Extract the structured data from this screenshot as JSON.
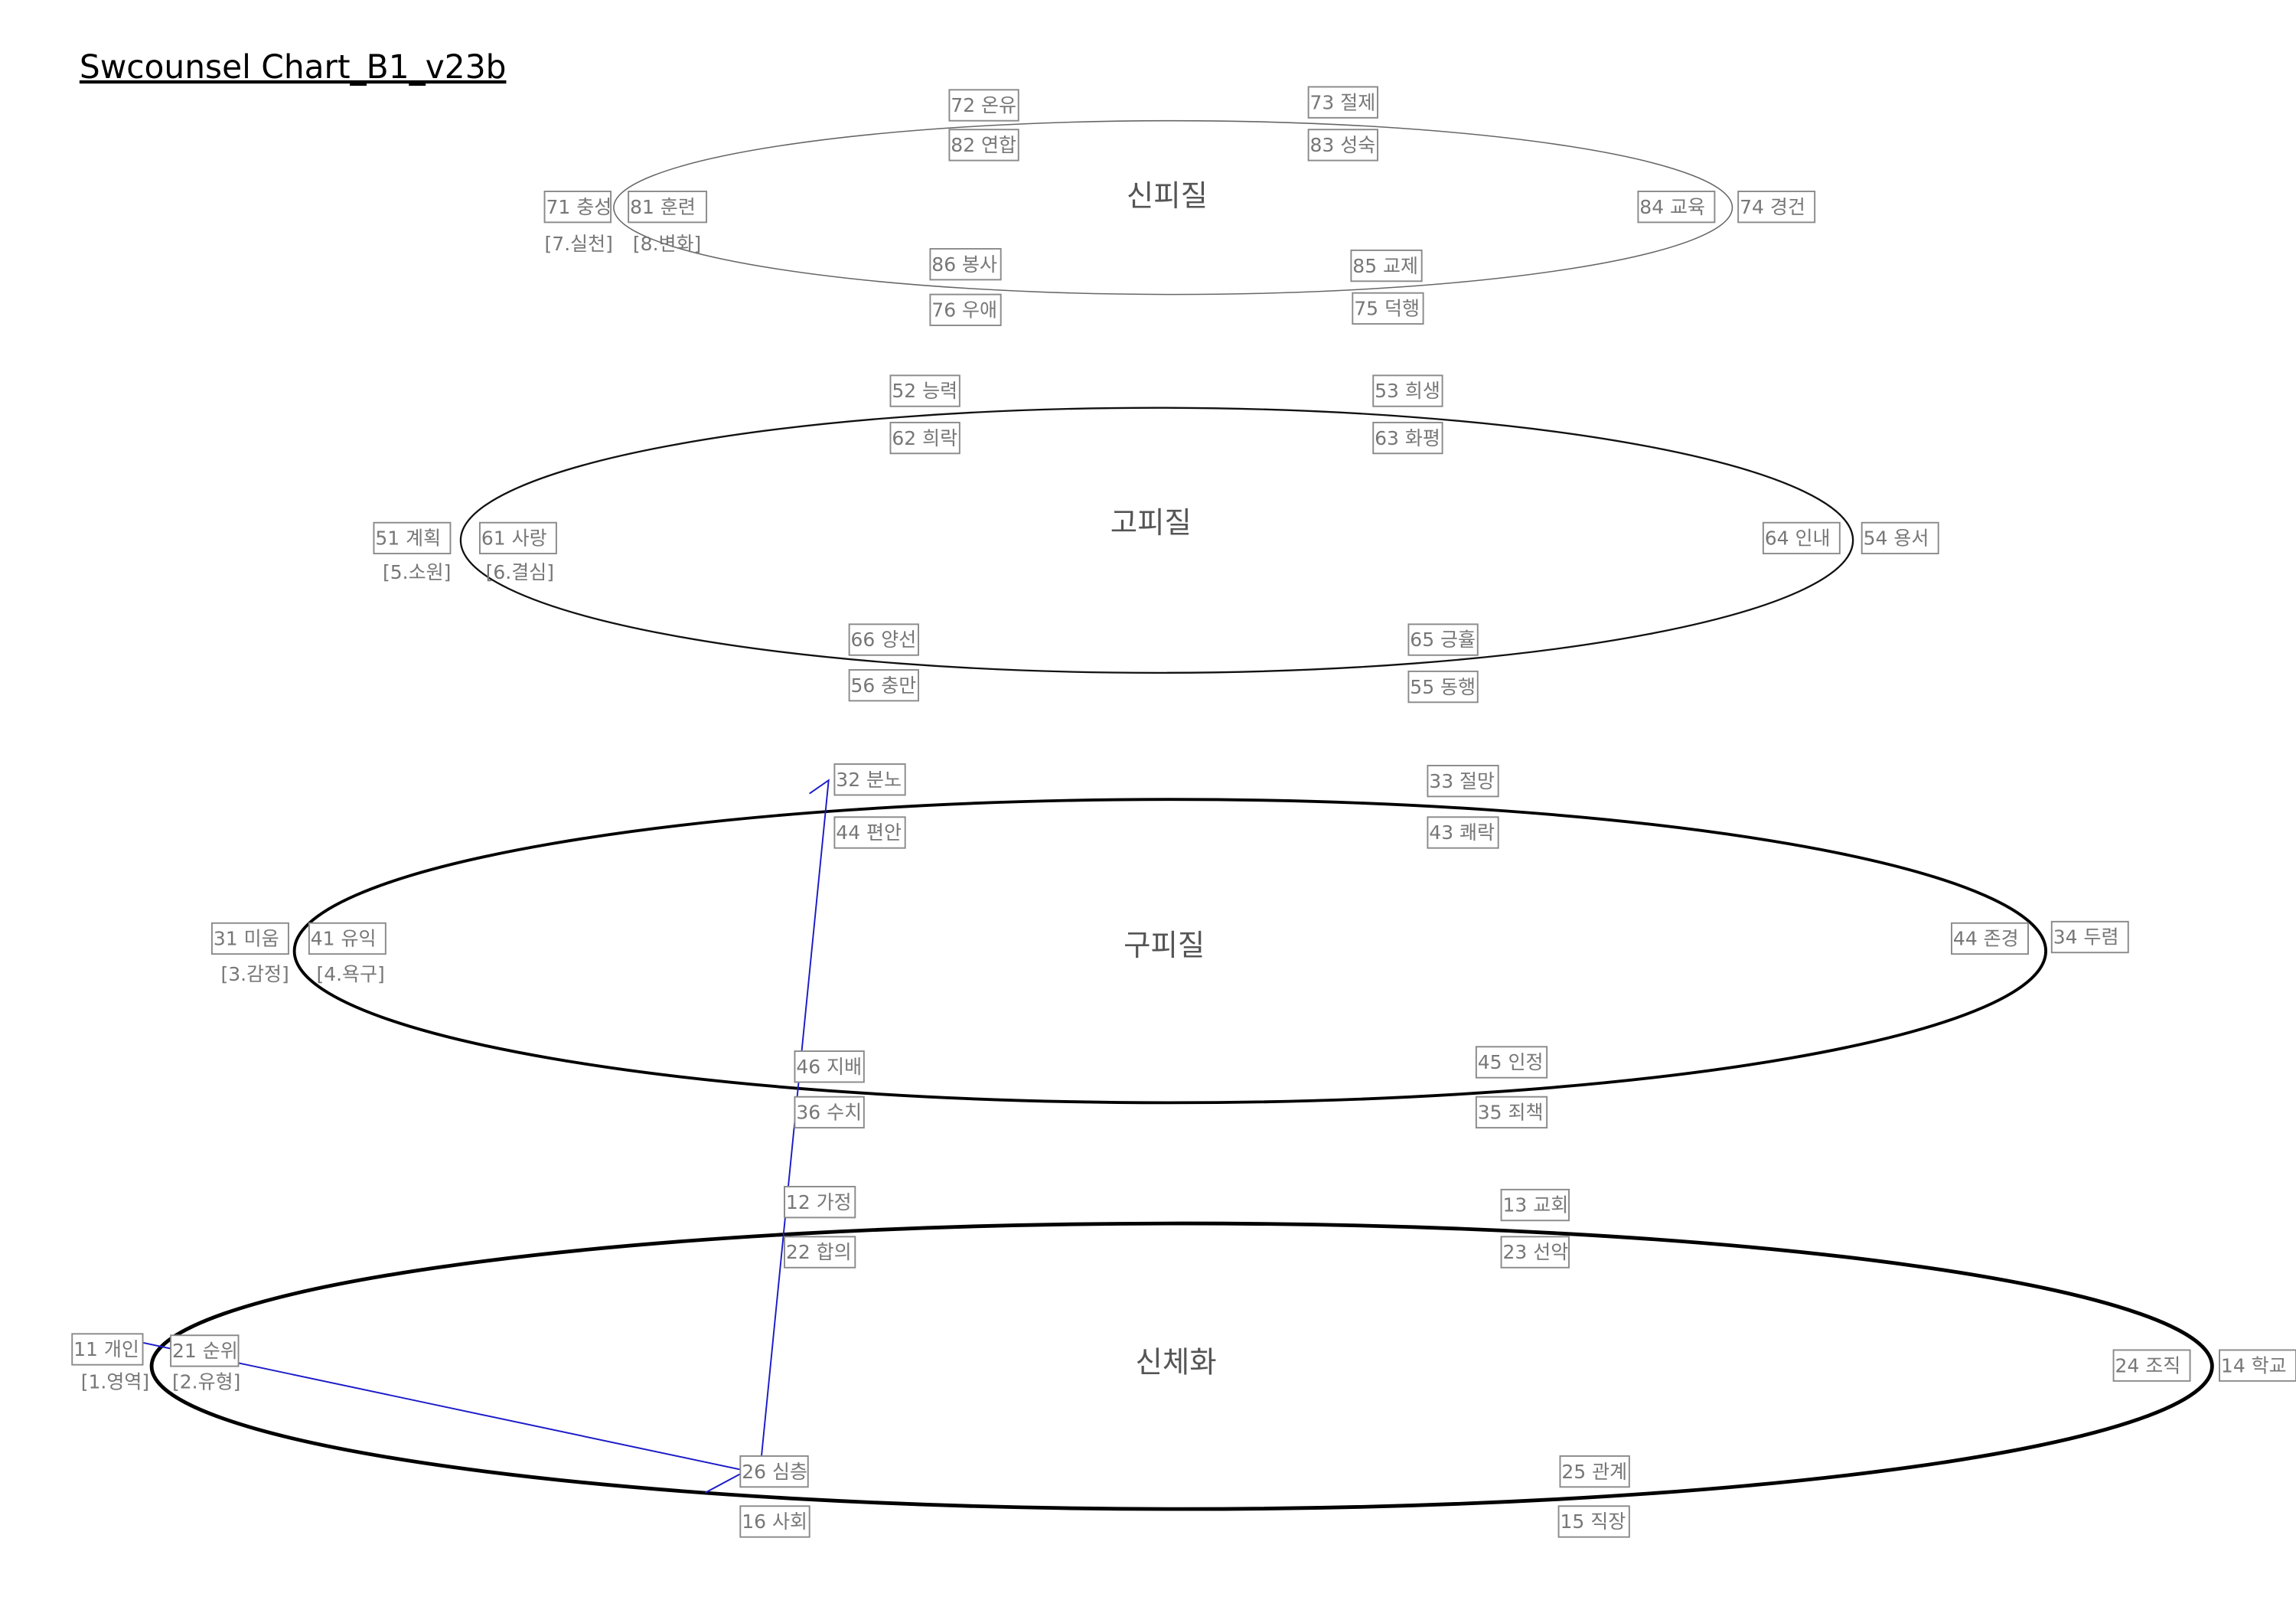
{
  "title": "Swcounsel Chart_B1_v23b",
  "layers": [
    {
      "name": "신피질",
      "nodes": [
        "72 온유",
        "82 연합",
        "73 절제",
        "83 성숙",
        "71 충성",
        "81 훈련",
        "84 교육",
        "74 경건",
        "86 봉사",
        "85 교제",
        "76 우애",
        "75 덕행"
      ],
      "tags": [
        "[7.실천]",
        "[8.변화]"
      ]
    },
    {
      "name": "고피질",
      "nodes": [
        "52 능력",
        "53 희생",
        "62 희락",
        "63 화평",
        "51 계획",
        "61 사랑",
        "64 인내",
        "54 용서",
        "66 양선",
        "65 긍휼",
        "56 충만",
        "55 동행"
      ],
      "tags": [
        "[5.소원]",
        "[6.결심]"
      ]
    },
    {
      "name": "구피질",
      "nodes": [
        "32 분노",
        "33 절망",
        "44 편안",
        "43 쾌락",
        "31 미움",
        "41 유익",
        "44 존경",
        "34 두렴",
        "46 지배",
        "45 인정",
        "36 수치",
        "35 죄책"
      ],
      "tags": [
        "[3.감정]",
        "[4.욕구]"
      ]
    },
    {
      "name": "신체화",
      "nodes": [
        "12 가정",
        "13 교회",
        "22 합의",
        "23 선악",
        "11 개인",
        "21 순위",
        "24 조직",
        "14 학교",
        "26 심층",
        "25 관계",
        "16 사회",
        "15 직장"
      ],
      "tags": [
        "[1.영역]",
        "[2.유형]"
      ]
    }
  ],
  "links": [
    {
      "from": "11 개인",
      "to": "26 심층"
    },
    {
      "from": "26 심층",
      "to": "32 분노"
    }
  ],
  "colors": {
    "link": "#1a1ac8",
    "label": "#777777",
    "box": "#8a8a8a"
  }
}
